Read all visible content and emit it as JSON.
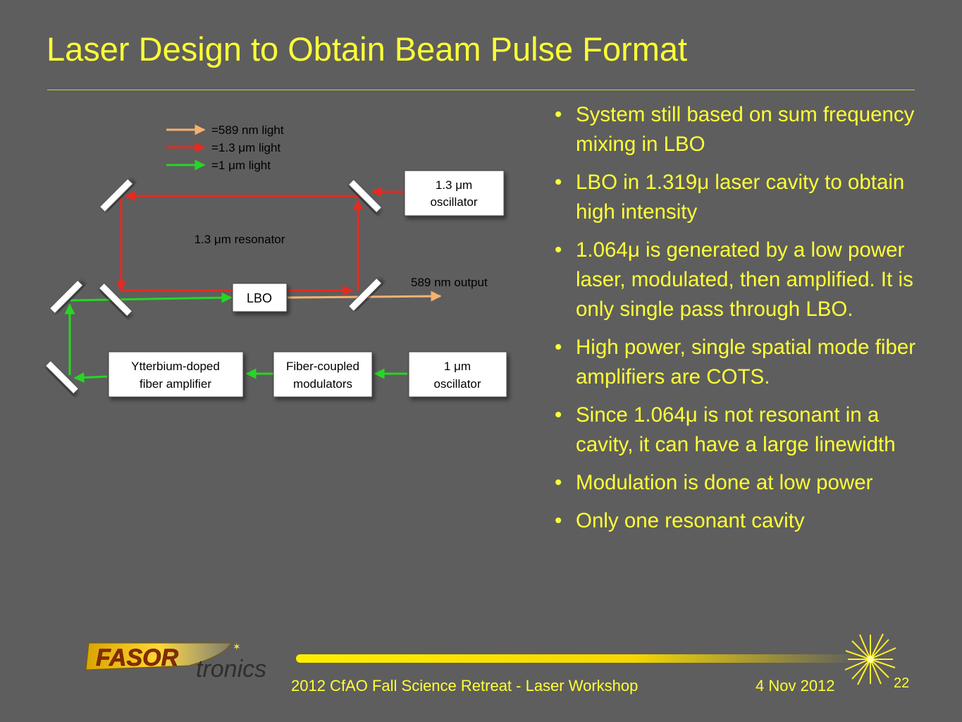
{
  "slide": {
    "title": "Laser Design to Obtain Beam Pulse Format",
    "bullets": [
      "System still based on sum frequency mixing in LBO",
      "LBO in 1.319μ laser cavity to obtain high intensity",
      "1.064μ is generated by a low power laser, modulated, then amplified.  It is only single pass through LBO.",
      "High power, single spatial mode fiber amplifiers are COTS.",
      "Since 1.064μ is not resonant in a cavity, it can have a large linewidth",
      "Modulation is done at low power",
      "Only one resonant cavity"
    ]
  },
  "diagram": {
    "legend": [
      {
        "label": "=589 nm light",
        "color": "#f3b26f"
      },
      {
        "label": "=1.3 μm light",
        "color": "#e52b20"
      },
      {
        "label": "=1 μm light",
        "color": "#27d623"
      }
    ],
    "boxes": {
      "osc_13_line1": "1.3 μm",
      "osc_13_line2": "oscillator",
      "lbo": "LBO",
      "amp_line1": "Ytterbium-doped",
      "amp_line2": "fiber amplifier",
      "mod_line1": "Fiber-coupled",
      "mod_line2": "modulators",
      "osc_1_line1": "1 μm",
      "osc_1_line2": "oscillator"
    },
    "labels": {
      "resonator": "1.3 μm resonator",
      "output": "589 nm output"
    }
  },
  "footer": {
    "logo_part1": "FASOR",
    "logo_part2": "tronics",
    "event": "2012 CfAO Fall Science Retreat - Laser Workshop",
    "date": "4 Nov 2012",
    "page": "22"
  },
  "colors": {
    "background": "#5e5e5e",
    "text": "#ffff38",
    "red_beam": "#e52b20",
    "green_beam": "#27d623",
    "orange_beam": "#f3b26f"
  }
}
